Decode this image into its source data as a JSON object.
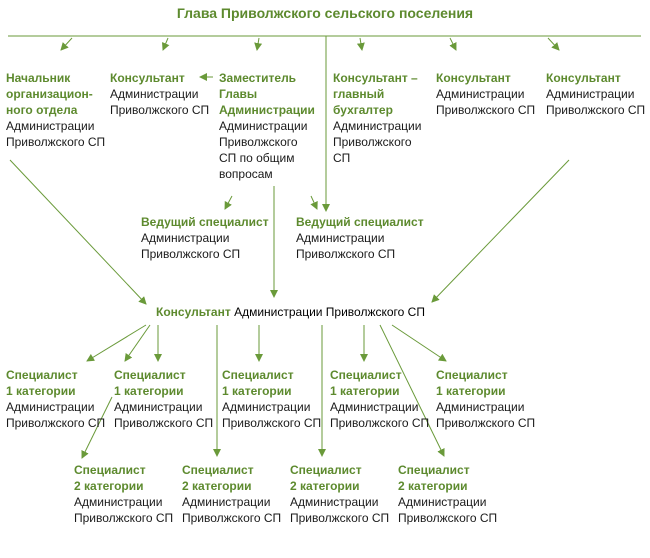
{
  "head": "Глава Приволжского сельского поселения",
  "top_row": [
    {
      "role": "Начальник организацион-ного отдела",
      "org": "Администрации Приволжского СП"
    },
    {
      "role": "Консультант",
      "org": "Администрации Приволжского СП"
    },
    {
      "role": "Заместитель Главы Администрации",
      "org": "Администрации Приволжского СП по общим вопросам"
    },
    {
      "role": "Консультант – главный бухгалтер",
      "org": "Администрации Приволжского СП"
    },
    {
      "role": "Консультант",
      "org": "Администрации Приволжского СП"
    },
    {
      "role": "Консультант",
      "org": "Администрации Приволжского СП"
    }
  ],
  "lead_specialists": [
    {
      "role": "Ведущий специалист",
      "org": "Администрации Приволжского СП"
    },
    {
      "role": "Ведущий специалист",
      "org": "Администрации Приволжского СП"
    }
  ],
  "central": {
    "role": "Консультант",
    "org": "Администрации Приволжского СП"
  },
  "cat1": [
    {
      "role": "Специалист 1 категории",
      "org": "Администрации Приволжского СП"
    },
    {
      "role": "Специалист 1 категории",
      "org": "Администрации Приволжского СП"
    },
    {
      "role": "Специалист 1 категории",
      "org": "Администрации Приволжского СП"
    },
    {
      "role": "Специалист 1 категории",
      "org": "Администрации Приволжского СП"
    },
    {
      "role": "Специалист 1 категории",
      "org": "Администрации Приволжского СП"
    }
  ],
  "cat2": [
    {
      "role": "Специалист 2 категории",
      "org": "Администрации Приволжского СП"
    },
    {
      "role": "Специалист 2 категории",
      "org": "Администрации Приволжского СП"
    },
    {
      "role": "Специалист 2 категории",
      "org": "Администрации Приволжского СП"
    },
    {
      "role": "Специалист 2 категории",
      "org": "Администрации Приволжского СП"
    }
  ],
  "colors": {
    "accent": "#5d8a2e",
    "text": "#1a1a1a",
    "line": "#6a9a3a"
  }
}
